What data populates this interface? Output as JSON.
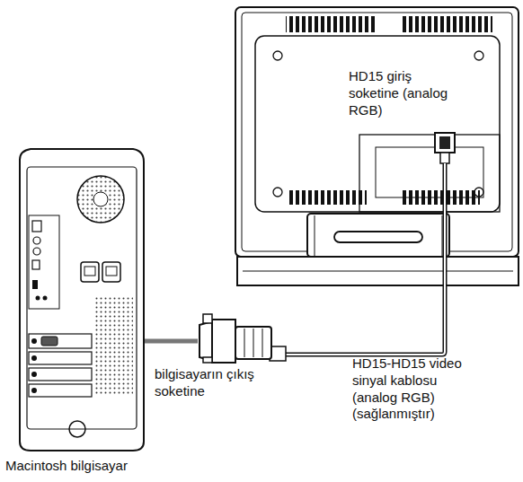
{
  "diagram": {
    "labels": [
      "HD15 giriş soketine (analog RGB)",
      "bilgisayarın çıkış soketine",
      "HD15-HD15 video sinyal kablosu (analog RGB) (sağlanmıştır)",
      "Macintosh bilgisayar"
    ]
  }
}
